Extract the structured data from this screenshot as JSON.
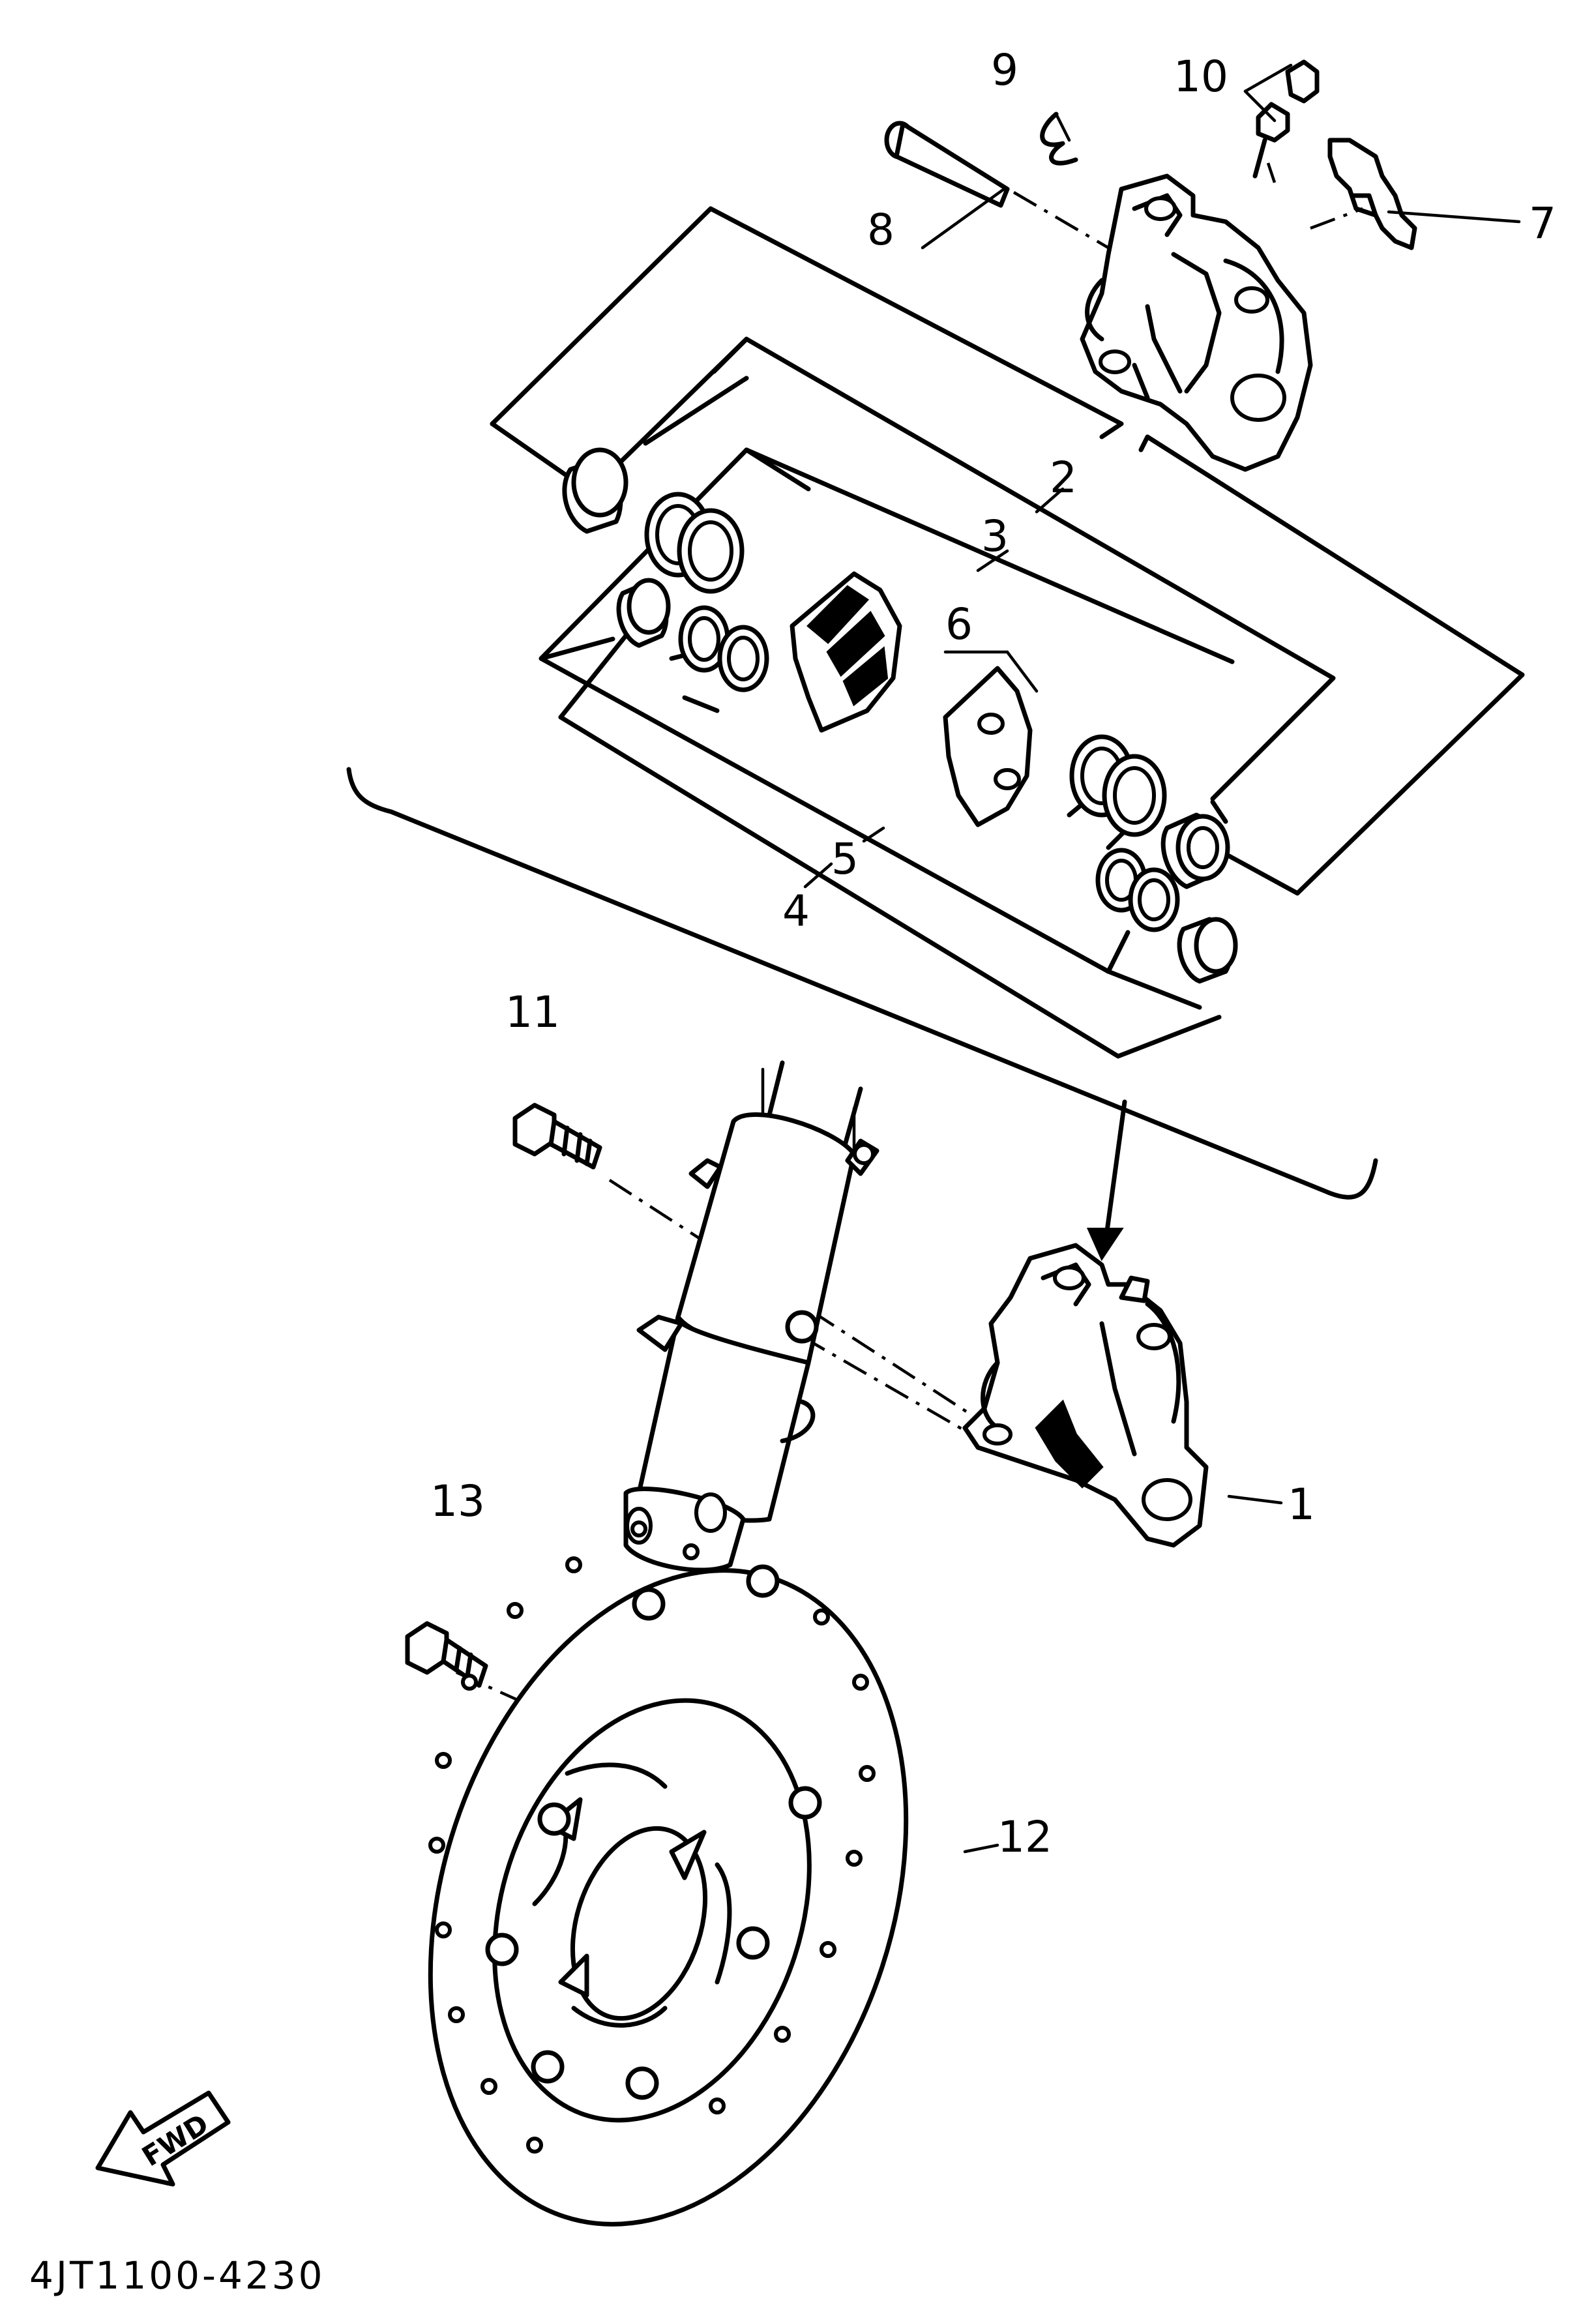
{
  "diagram": {
    "callouts": [
      {
        "id": "1",
        "label": "1"
      },
      {
        "id": "2",
        "label": "2"
      },
      {
        "id": "3",
        "label": "3"
      },
      {
        "id": "4",
        "label": "4"
      },
      {
        "id": "5",
        "label": "5"
      },
      {
        "id": "6",
        "label": "6"
      },
      {
        "id": "7",
        "label": "7"
      },
      {
        "id": "8",
        "label": "8"
      },
      {
        "id": "9",
        "label": "9"
      },
      {
        "id": "10",
        "label": "10"
      },
      {
        "id": "11",
        "label": "11"
      },
      {
        "id": "12",
        "label": "12"
      },
      {
        "id": "13",
        "label": "13"
      }
    ],
    "direction_label": "FWD",
    "drawing_code": "4JT1100-4230"
  }
}
